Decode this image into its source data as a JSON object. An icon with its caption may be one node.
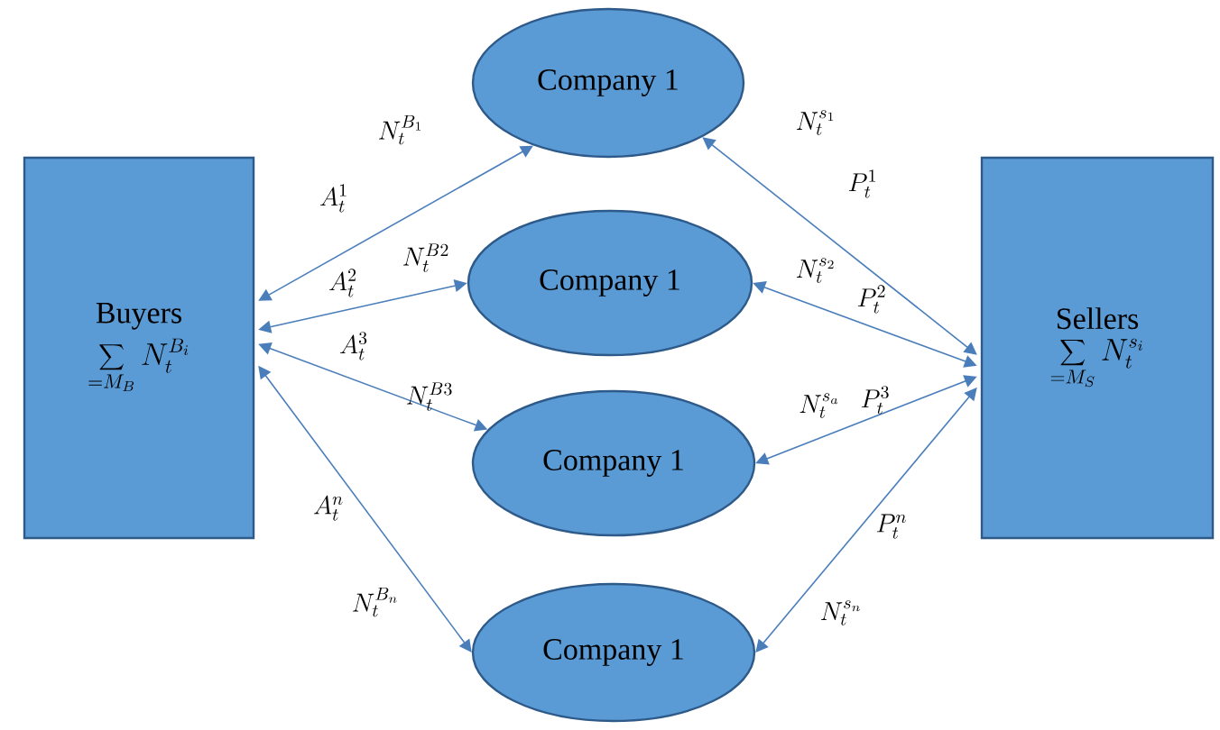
{
  "diagram": {
    "nodes": [
      {
        "text": [
          "Buyers",
          "\\sum_{=M_B} N_t^{B_i}"
        ]
      },
      {
        "text": [
          "Company 1"
        ]
      },
      {
        "text": [
          "Company 1"
        ]
      },
      {
        "text": [
          "Company 1"
        ]
      },
      {
        "text": [
          "Company 1"
        ]
      },
      {
        "text": [
          "Sellers",
          "\\sum_{=M_S} N_t^{s_i}"
        ]
      }
    ],
    "edges": [
      {
        "from": 0,
        "to": 1,
        "arrow": "both"
      },
      {
        "from": 0,
        "to": 2,
        "arrow": "both"
      },
      {
        "from": 0,
        "to": 3,
        "arrow": "both"
      },
      {
        "from": 0,
        "to": 4,
        "arrow": "both"
      },
      {
        "from": 1,
        "to": 5,
        "arrow": "both"
      },
      {
        "from": 2,
        "to": 5,
        "arrow": "both"
      },
      {
        "from": 3,
        "to": 5,
        "arrow": "both"
      },
      {
        "from": 4,
        "to": 5,
        "arrow": "both"
      }
    ],
    "labels": [
      "N_t^{B_1}",
      "A_t^1",
      "A_t^2",
      "N_t^{B2}",
      "A_t^3",
      "N_t^{B3}",
      "A_t^n",
      "N_t^{B_n}",
      "N_t^{s_1}",
      "P_t^1",
      "N_t^{s_2}",
      "P_t^2",
      "N_t^{s_a}",
      "P_t^3",
      "P_t^n",
      "N_t^{s_n}"
    ]
  }
}
